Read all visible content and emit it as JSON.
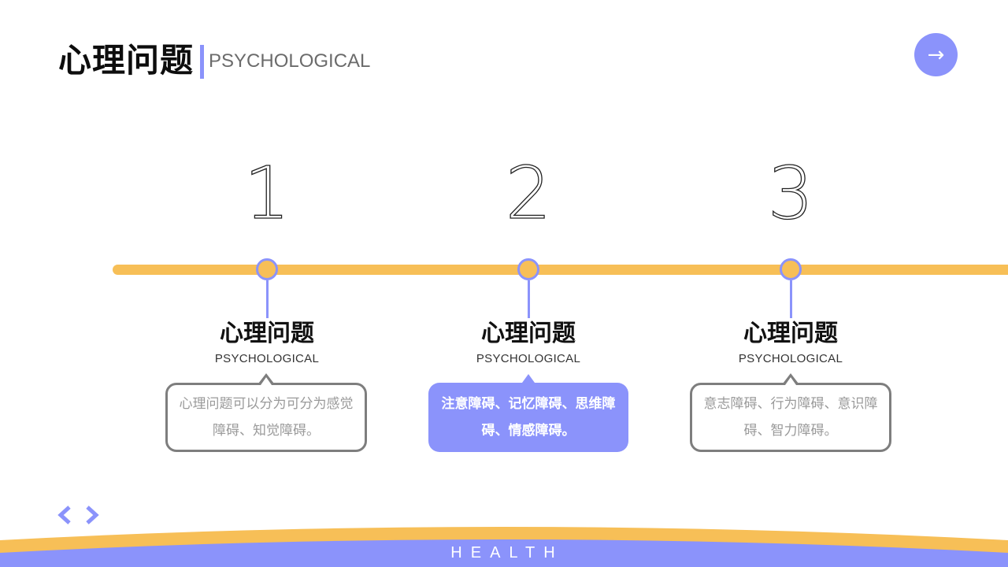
{
  "header": {
    "title": "心理问题",
    "subtitle": "PSYCHOLOGICAL",
    "next_icon": "→"
  },
  "colors": {
    "accent": "#8b93fb",
    "timeline": "#f7bf57",
    "outline": "#7e7e7e"
  },
  "steps": [
    {
      "number": "1",
      "title": "心理问题",
      "subtitle": "PSYCHOLOGICAL",
      "text": "心理问题可以分为可分为感觉障碍、知觉障碍。"
    },
    {
      "number": "2",
      "title": "心理问题",
      "subtitle": "PSYCHOLOGICAL",
      "text": "注意障碍、记忆障碍、思维障碍、情感障碍。"
    },
    {
      "number": "3",
      "title": "心理问题",
      "subtitle": "PSYCHOLOGICAL",
      "text": "意志障碍、行为障碍、意识障碍、智力障碍。"
    }
  ],
  "nav": {
    "prev_icon": "chevron-left-icon",
    "next_icon": "chevron-right-icon"
  },
  "footer": {
    "text": "HEALTH"
  }
}
